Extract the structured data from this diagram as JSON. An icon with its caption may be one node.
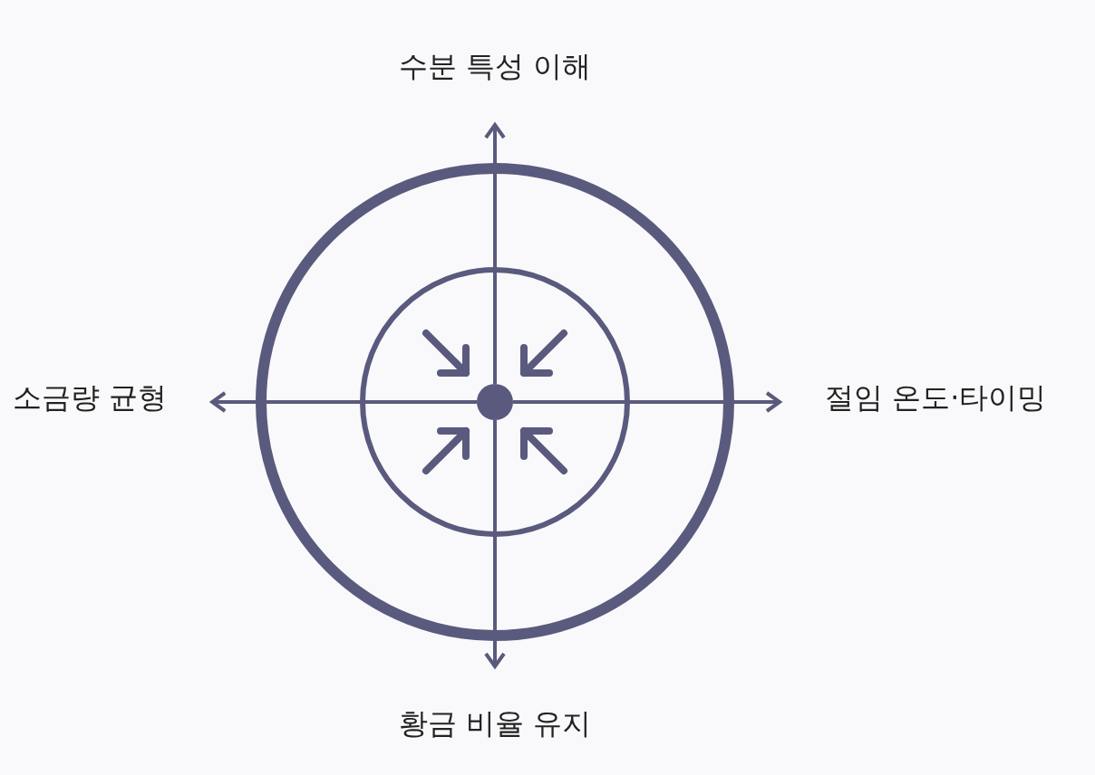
{
  "diagram": {
    "nodes": [
      {
        "text": [],
        "shape": "circle"
      },
      {
        "text": [
          "수분 특성 이해"
        ]
      },
      {
        "text": [
          "절임 온도·타이밍"
        ]
      },
      {
        "text": [
          "황금 비율 유지"
        ]
      },
      {
        "text": [
          "소금량 균형"
        ]
      }
    ],
    "edges": [
      {
        "from": 0,
        "to": 1,
        "arrow": "to"
      },
      {
        "from": 0,
        "to": 2,
        "arrow": "to"
      },
      {
        "from": 0,
        "to": 3,
        "arrow": "to"
      },
      {
        "from": 0,
        "to": 4,
        "arrow": "to"
      }
    ]
  }
}
